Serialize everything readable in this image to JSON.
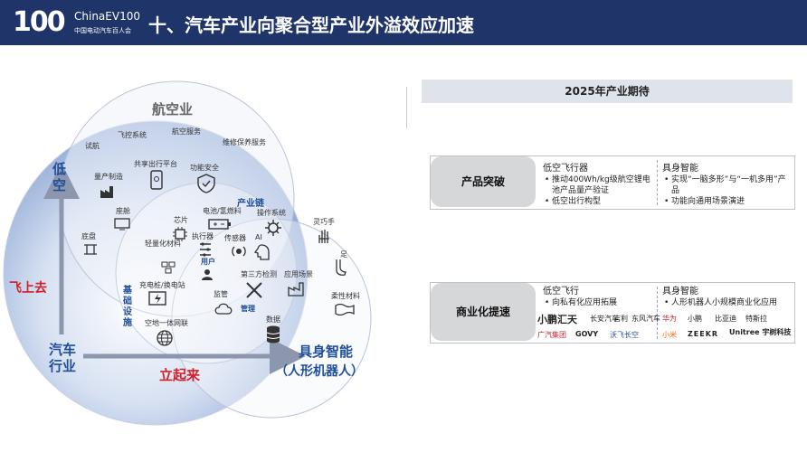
{
  "header": {
    "logo_number": "100",
    "logo_name": "ChinaEV100",
    "logo_subtitle": "中国电动汽车百人会",
    "title": "十、汽车产业向聚合型产业外溢效应加速"
  },
  "diagram": {
    "circle_aviation": "航空业",
    "aviation_items": [
      "试航",
      "飞控系统",
      "航空服务",
      "维修保养服务"
    ],
    "aviation_inner_items": [
      "量产制造",
      "共享出行平台",
      "功能安全"
    ],
    "chain_label": "产业链",
    "chain_items": [
      "芯片",
      "电池/氢燃料",
      "操作系统",
      "轻量化材料",
      "执行器",
      "传感器",
      "AI",
      "用户",
      "第三方检测",
      "管理"
    ],
    "left_items": [
      "座舱",
      "底盘"
    ],
    "infra_label": "基础设施",
    "infra_items": [
      "充电桩/换电站",
      "空地一体网联",
      "监管"
    ],
    "robot_items": [
      "灵巧手",
      "足",
      "应用场景",
      "柔性材料"
    ],
    "data_item": "数据",
    "axis_low_alt": "低空",
    "axis_auto": "汽车行业",
    "axis_embodied_1": "具身智能",
    "axis_embodied_2": "（人形机器人）",
    "arrow_fly": "飞上去",
    "arrow_rise": "立起来"
  },
  "panel": {
    "title": "2025年产业期待",
    "row1": {
      "label": "产品突破",
      "left_head": "低空飞行器",
      "left_bullets": [
        "推动400Wh/kg级航空锂电池产品量产验证",
        "低空出行构型"
      ],
      "right_head": "具身智能",
      "right_bullets": [
        "实现“一脑多形”与“一机多用”产品",
        "功能向通用场景演进"
      ]
    },
    "row2": {
      "label": "商业化提速",
      "left_head": "低空飞行",
      "left_bullets": [
        "向私有化应用拓展"
      ],
      "right_head": "具身智能",
      "right_bullets": [
        "人形机器人小规模商业化应用"
      ],
      "brands": [
        "小鹏汇天",
        "长安汽车",
        "吉利",
        "东风汽车",
        "广汽集团",
        "GOVY",
        "沃飞长空",
        "华为",
        "小米",
        "小鹏",
        "比亚迪",
        "ZEEKR",
        "特斯拉",
        "Unitree 宇树科技"
      ]
    }
  },
  "colors": {
    "header_bg": "#1f3569",
    "accent_red": "#d0202a",
    "accent_blue": "#1f4e9a"
  }
}
